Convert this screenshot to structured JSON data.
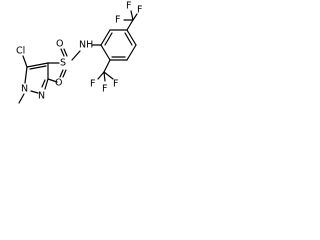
{
  "molecule": {
    "labels": {
      "nh": "NH",
      "cl": "Cl",
      "s": "S",
      "o_top": "O",
      "o_bottom": "O",
      "n1": "N",
      "n2": "N",
      "f_cf3_top": "F",
      "f_cf3_top_left": "F",
      "f_cf3_top_right": "F",
      "f_cf3_bottom_left": "F",
      "f_cf3_bottom_center": "F",
      "f_cf3_bottom_right": "F"
    }
  },
  "colors": {
    "bond": "#000000",
    "label": "#000000",
    "background": "#ffffff"
  }
}
